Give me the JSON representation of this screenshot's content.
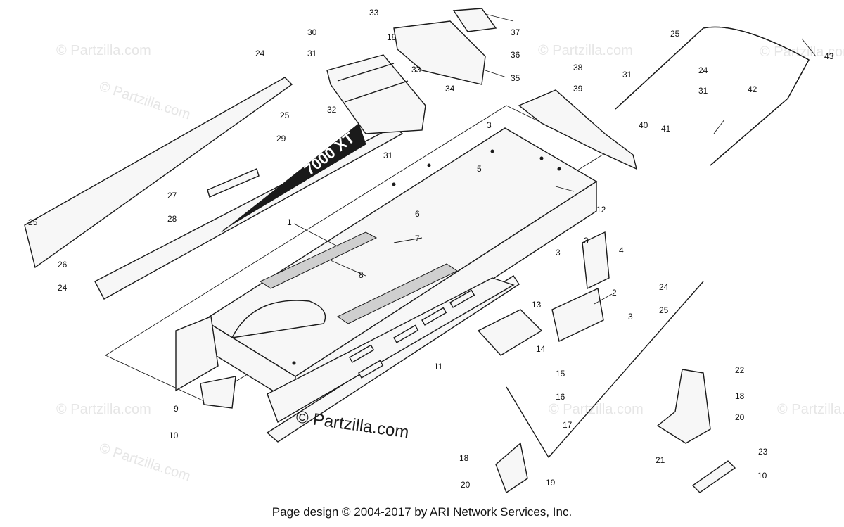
{
  "watermark_text": "© Partzilla.com",
  "center_watermark": "© Partzilla.com",
  "decal_text": "7000 XT",
  "footer": "Page design © 2004-2017 by ARI Network Services, Inc.",
  "callouts": [
    "1",
    "2",
    "3",
    "3",
    "3",
    "3",
    "4",
    "5",
    "6",
    "7",
    "8",
    "9",
    "10",
    "10",
    "11",
    "12",
    "13",
    "14",
    "15",
    "16",
    "17",
    "18",
    "18",
    "18",
    "19",
    "20",
    "20",
    "21",
    "22",
    "23",
    "24",
    "24",
    "24",
    "24",
    "25",
    "25",
    "25",
    "25",
    "26",
    "27",
    "28",
    "29",
    "30",
    "31",
    "31",
    "31",
    "31",
    "32",
    "33",
    "33",
    "34",
    "35",
    "36",
    "37",
    "38",
    "39",
    "40",
    "41",
    "42",
    "43"
  ]
}
